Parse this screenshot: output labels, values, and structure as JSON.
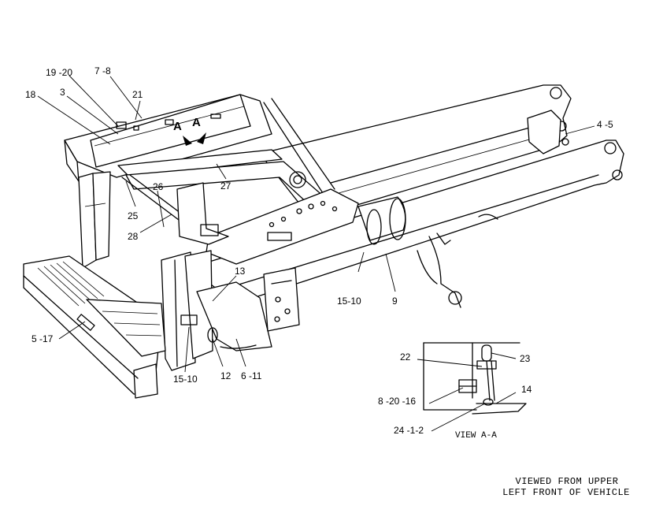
{
  "callouts": [
    {
      "id": "c19-20",
      "text": "19 -20"
    },
    {
      "id": "c7-8",
      "text": "7 -8"
    },
    {
      "id": "c18",
      "text": "18"
    },
    {
      "id": "c3",
      "text": "3"
    },
    {
      "id": "c21",
      "text": "21"
    },
    {
      "id": "cA1",
      "text": "A"
    },
    {
      "id": "cA2",
      "text": "A"
    },
    {
      "id": "c4-5",
      "text": "4 -5"
    },
    {
      "id": "c26",
      "text": "26"
    },
    {
      "id": "c27",
      "text": "27"
    },
    {
      "id": "c25",
      "text": "25"
    },
    {
      "id": "c28",
      "text": "28"
    },
    {
      "id": "c13",
      "text": "13"
    },
    {
      "id": "c15-10a",
      "text": "15-10"
    },
    {
      "id": "c9",
      "text": "9"
    },
    {
      "id": "c5-17",
      "text": "5 -17"
    },
    {
      "id": "c15-10b",
      "text": "15-10"
    },
    {
      "id": "c12",
      "text": "12"
    },
    {
      "id": "c6-11",
      "text": "6 -11"
    },
    {
      "id": "c22",
      "text": "22"
    },
    {
      "id": "c23",
      "text": "23"
    },
    {
      "id": "c8-20-16",
      "text": "8 -20 -16"
    },
    {
      "id": "c14",
      "text": "14"
    },
    {
      "id": "c24-1-2",
      "text": "24  -1-2"
    }
  ],
  "detail_view": {
    "label": "VIEW A-A"
  },
  "caption": {
    "line1": "VIEWED FROM UPPER",
    "line2": "LEFT FRONT OF VEHICLE"
  }
}
